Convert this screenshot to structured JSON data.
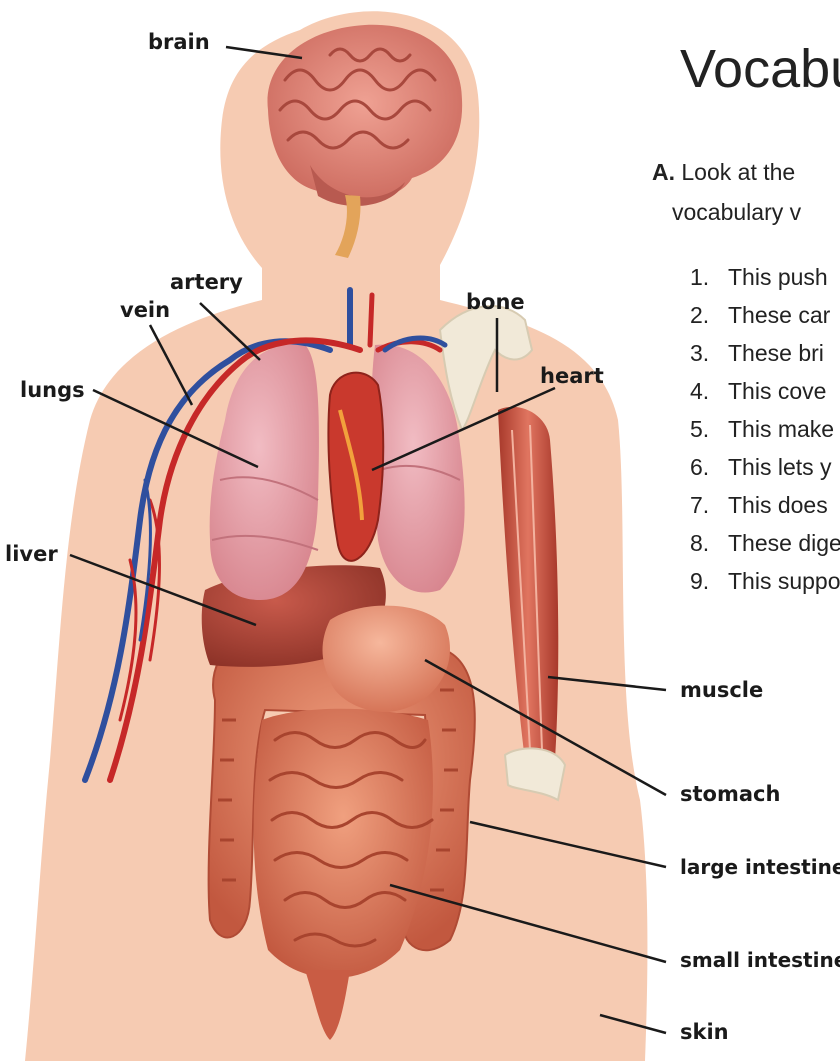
{
  "labels": {
    "brain": "brain",
    "artery": "artery",
    "vein": "vein",
    "bone": "bone",
    "heart": "heart",
    "lungs": "lungs",
    "liver": "liver",
    "muscle": "muscle",
    "stomach": "stomach",
    "large_intestine": "large intestine",
    "small_intestine": "small intestine",
    "skin": "skin"
  },
  "title": "Vocabu",
  "instruction": {
    "letter": "A.",
    "line1": "Look at the",
    "line2": "vocabulary v"
  },
  "items": [
    {
      "num": "1.",
      "text": "This push"
    },
    {
      "num": "2.",
      "text": "These car"
    },
    {
      "num": "3.",
      "text": "These bri"
    },
    {
      "num": "4.",
      "text": "This cove"
    },
    {
      "num": "5.",
      "text": "This make"
    },
    {
      "num": "6.",
      "text": "This lets y"
    },
    {
      "num": "7.",
      "text": "This does"
    },
    {
      "num": "8.",
      "text": "These dige"
    },
    {
      "num": "9.",
      "text": "This suppo"
    }
  ],
  "colors": {
    "skin": "#f6cbb2",
    "brain": "#e0857a",
    "lungs": "#e4a1aa",
    "liver": "#b0463a",
    "intestine": "#dc7d62",
    "artery": "#c62828",
    "vein": "#2f4f9e",
    "muscle": "#c9523f",
    "bone": "#f1e9d8"
  }
}
